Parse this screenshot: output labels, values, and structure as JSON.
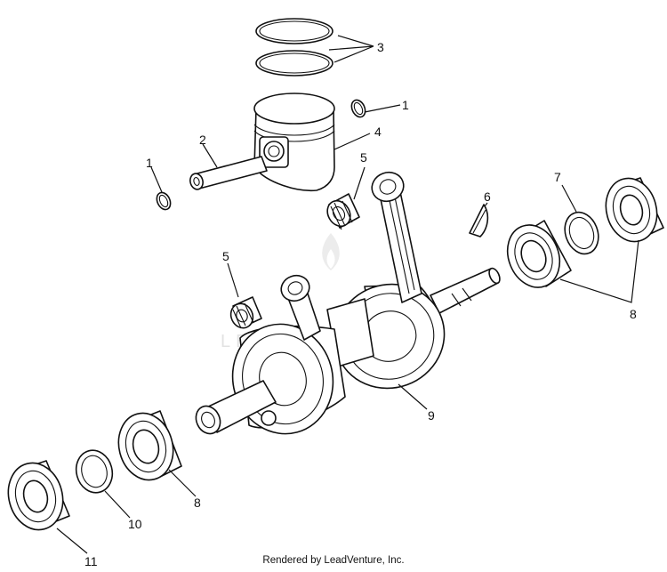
{
  "callouts": {
    "c1a": "1",
    "c1b": "1",
    "c2": "2",
    "c3": "3",
    "c4": "4",
    "c5a": "5",
    "c5b": "5",
    "c6": "6",
    "c7": "7",
    "c8a": "8",
    "c8b": "8",
    "c9": "9",
    "c10": "10",
    "c11": "11"
  },
  "footer": "Rendered by LeadVenture, Inc.",
  "icons": {
    "watermark": "leadventure-flame-logo"
  },
  "colors": {
    "line": "#111111",
    "background": "#ffffff",
    "watermark": "#e2e2e2"
  }
}
